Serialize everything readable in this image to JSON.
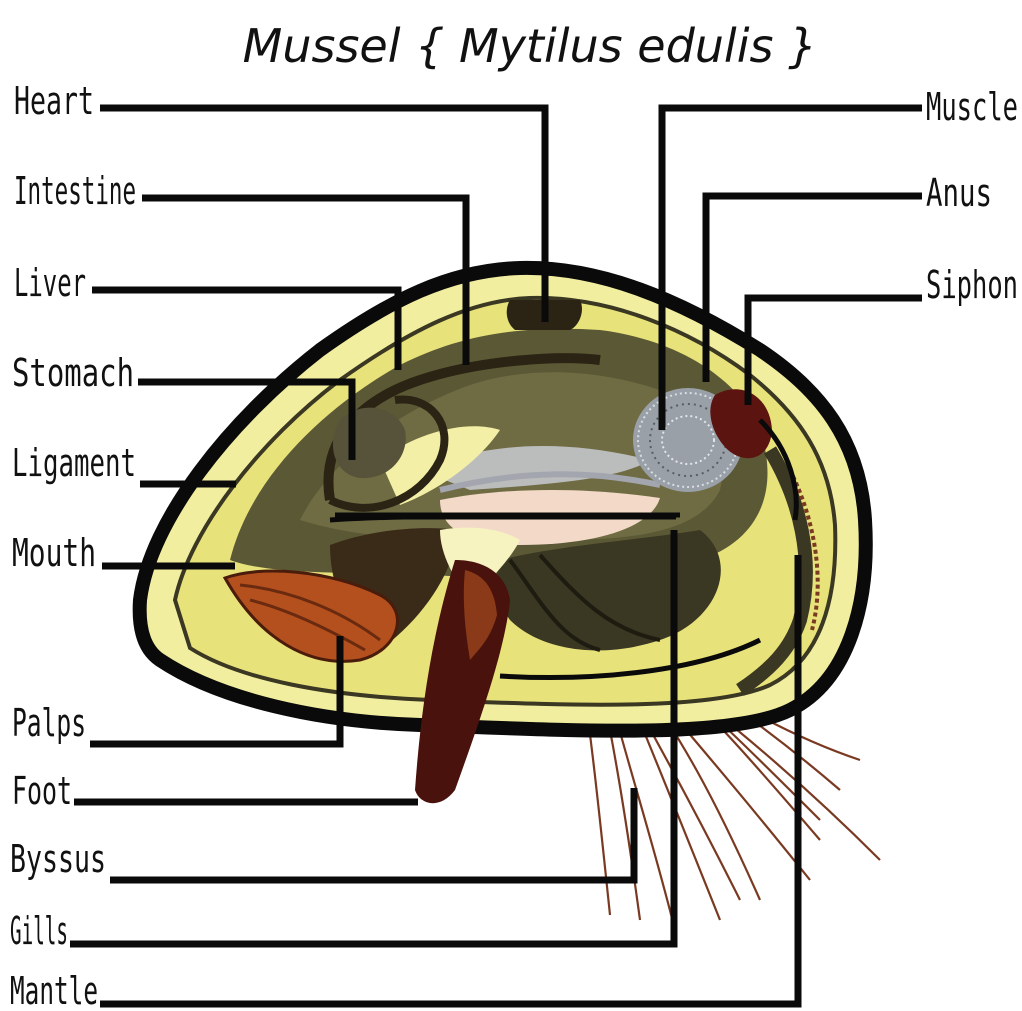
{
  "title": "Mussel { Mytilus edulis }",
  "labels": {
    "heart": "Heart",
    "intestine": "Intestine",
    "liver": "Liver",
    "stomach": "Stomach",
    "ligament": "Ligament",
    "mouth": "Mouth",
    "palps": "Palps",
    "foot": "Foot",
    "byssus": "Byssus",
    "gills": "Gills",
    "mantle": "Mantle",
    "muscle": "Muscle",
    "anus": "Anus",
    "siphon": "Siphon"
  },
  "colors": {
    "shell_outline": "#0a0a0a",
    "shell_body": "#f2eea0",
    "olive": "#5b5935",
    "dark_olive": "#3a3722",
    "palp_orange": "#b4501e",
    "foot_brown": "#4a120c",
    "gill_pink": "#f3d9c8",
    "anus_red": "#5c1410",
    "byssus": "#7a3a22"
  }
}
